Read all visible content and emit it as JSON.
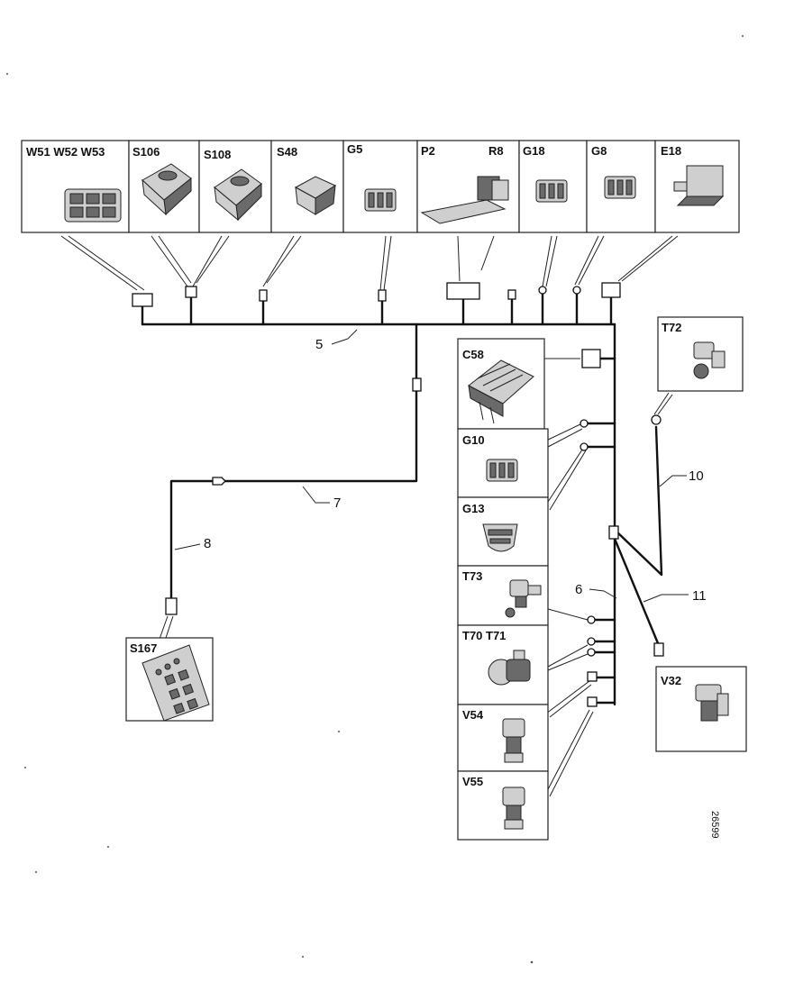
{
  "components": {
    "w51_w52_w53": "W51 W52 W53",
    "s106": "S106",
    "s108": "S108",
    "s48": "S48",
    "g5": "G5",
    "p2": "P2",
    "r8": "R8",
    "g18": "G18",
    "g8": "G8",
    "e18": "E18",
    "c58": "C58",
    "g10": "G10",
    "g13": "G13",
    "t73": "T73",
    "t70_t71": "T70  T71",
    "v54": "V54",
    "v55": "V55",
    "t72": "T72",
    "v32": "V32",
    "s167": "S167"
  },
  "harness_numbers": {
    "n5": "5",
    "n6": "6",
    "n7": "7",
    "n8": "8",
    "n10": "10",
    "n11": "11"
  },
  "figure_ref": "26599"
}
